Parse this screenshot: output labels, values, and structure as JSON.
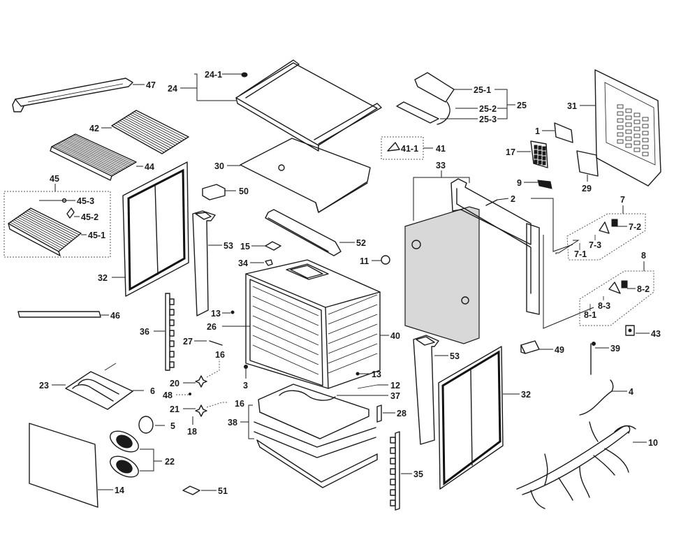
{
  "diagram": {
    "type": "exploded-parts-diagram",
    "subject": "oven range assembly",
    "parts": [
      {
        "id": "47",
        "label": "47"
      },
      {
        "id": "24",
        "label": "24"
      },
      {
        "id": "24-1",
        "label": "24-1"
      },
      {
        "id": "42",
        "label": "42"
      },
      {
        "id": "44",
        "label": "44"
      },
      {
        "id": "45",
        "label": "45"
      },
      {
        "id": "45-1",
        "label": "45-1"
      },
      {
        "id": "45-2",
        "label": "45-2"
      },
      {
        "id": "45-3",
        "label": "45-3"
      },
      {
        "id": "30",
        "label": "30"
      },
      {
        "id": "50",
        "label": "50"
      },
      {
        "id": "32a",
        "label": "32"
      },
      {
        "id": "46",
        "label": "46"
      },
      {
        "id": "53a",
        "label": "53"
      },
      {
        "id": "15",
        "label": "15"
      },
      {
        "id": "34",
        "label": "34"
      },
      {
        "id": "52",
        "label": "52"
      },
      {
        "id": "11",
        "label": "11"
      },
      {
        "id": "13a",
        "label": "13"
      },
      {
        "id": "26",
        "label": "26"
      },
      {
        "id": "36",
        "label": "36"
      },
      {
        "id": "27",
        "label": "27"
      },
      {
        "id": "16a",
        "label": "16"
      },
      {
        "id": "40",
        "label": "40"
      },
      {
        "id": "3",
        "label": "3"
      },
      {
        "id": "13b",
        "label": "13"
      },
      {
        "id": "23",
        "label": "23"
      },
      {
        "id": "6",
        "label": "6"
      },
      {
        "id": "20",
        "label": "20"
      },
      {
        "id": "48",
        "label": "48"
      },
      {
        "id": "21",
        "label": "21"
      },
      {
        "id": "16b",
        "label": "16"
      },
      {
        "id": "18",
        "label": "18"
      },
      {
        "id": "5",
        "label": "5"
      },
      {
        "id": "22",
        "label": "22"
      },
      {
        "id": "14",
        "label": "14"
      },
      {
        "id": "51",
        "label": "51"
      },
      {
        "id": "38",
        "label": "38"
      },
      {
        "id": "12",
        "label": "12"
      },
      {
        "id": "37",
        "label": "37"
      },
      {
        "id": "28",
        "label": "28"
      },
      {
        "id": "35",
        "label": "35"
      },
      {
        "id": "53b",
        "label": "53"
      },
      {
        "id": "32b",
        "label": "32"
      },
      {
        "id": "25",
        "label": "25"
      },
      {
        "id": "25-1",
        "label": "25-1"
      },
      {
        "id": "25-2",
        "label": "25-2"
      },
      {
        "id": "25-3",
        "label": "25-3"
      },
      {
        "id": "41",
        "label": "41"
      },
      {
        "id": "41-1",
        "label": "41-1"
      },
      {
        "id": "33",
        "label": "33"
      },
      {
        "id": "2",
        "label": "2"
      },
      {
        "id": "1",
        "label": "1"
      },
      {
        "id": "17",
        "label": "17"
      },
      {
        "id": "9",
        "label": "9"
      },
      {
        "id": "29",
        "label": "29"
      },
      {
        "id": "31",
        "label": "31"
      },
      {
        "id": "7",
        "label": "7"
      },
      {
        "id": "7-1",
        "label": "7-1"
      },
      {
        "id": "7-2",
        "label": "7-2"
      },
      {
        "id": "7-3",
        "label": "7-3"
      },
      {
        "id": "8",
        "label": "8"
      },
      {
        "id": "8-1",
        "label": "8-1"
      },
      {
        "id": "8-2",
        "label": "8-2"
      },
      {
        "id": "8-3",
        "label": "8-3"
      },
      {
        "id": "43",
        "label": "43"
      },
      {
        "id": "49",
        "label": "49"
      },
      {
        "id": "39",
        "label": "39"
      },
      {
        "id": "4",
        "label": "4"
      },
      {
        "id": "10",
        "label": "10"
      }
    ]
  }
}
